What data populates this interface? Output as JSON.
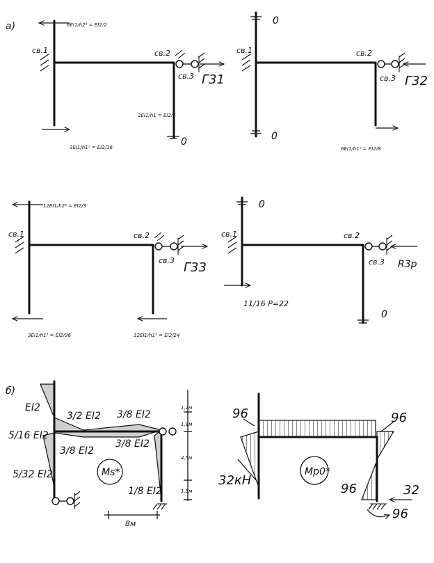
{
  "panels": {
    "a": {
      "label": "а)",
      "r31": {
        "node1": "св.1",
        "node2": "св.2",
        "node3": "св.3",
        "top_left": "6EI1/h2² = EI2/2",
        "mid_right": "2EI1/h1 = EI2/4",
        "bot_left": "3EI1/h1² = EI2/16",
        "bot_right": "0",
        "reaction": "Г31"
      },
      "r32": {
        "node1": "св.1",
        "node2": "св.2",
        "node3": "св.3",
        "top": "0",
        "bot_left": "0",
        "bot_right": "6EI1/h1² = EI2/8",
        "reaction": "Г32"
      },
      "r33": {
        "node1": "св.1",
        "node2": "св.2",
        "node3": "св.3",
        "top_left": "12EI1/h2³ = EI2/3",
        "bot_left": "3EI1/h1³ = EI2/96",
        "bot_right": "12EI1/h1³ = EI2/24",
        "reaction": "Г33"
      },
      "r3p": {
        "node1": "св.1",
        "node2": "св.2",
        "node3": "св.3",
        "top": "0",
        "bot_right": "0",
        "load": "11/16 P=22",
        "reaction": "R3p"
      }
    },
    "b": {
      "label": "б)",
      "ms": {
        "title": "Ms*",
        "v_ei2_top": "EI2",
        "v_5_16": "5/16 EI2",
        "v_5_32": "5/32 EI2",
        "v_3_2": "3/2 EI2",
        "v_3_8_left": "3/8 EI2",
        "v_3_8_top": "3/8 EI2",
        "v_3_8_right": "3/8 EI2",
        "v_1_8": "1/8 EI2",
        "dim_1_2": "1,2м",
        "dim_1_8": "1,8м",
        "dim_4_5": "4,5м",
        "dim_1_5": "1,5м",
        "dim_8": "8м"
      },
      "mp": {
        "title": "Mp0*",
        "v_96_left": "96",
        "v_96_right": "96",
        "v_32kn": "32кН",
        "v_96_low": "96",
        "v_32": "32",
        "v_96_base": "96"
      }
    }
  }
}
